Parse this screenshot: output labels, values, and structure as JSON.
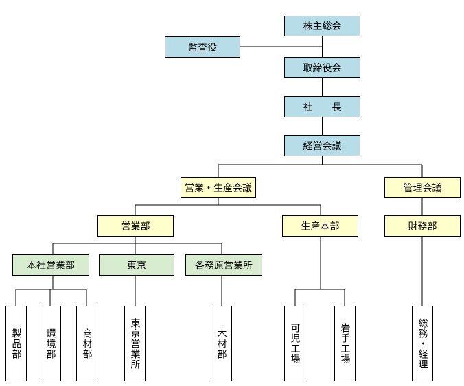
{
  "nodes": {
    "shareholders": "株主総会",
    "auditor": "監査役",
    "board": "取締役会",
    "president": "社　　長",
    "management_meeting": "経営会議",
    "sales_production_meeting": "営業・生産会議",
    "admin_meeting": "管理会議",
    "sales_dept": "営業部",
    "production_hq": "生産本部",
    "finance_dept": "財務部",
    "head_office_sales": "本社営業部",
    "tokyo": "東京",
    "kakamigahara_office": "各務原営業所",
    "products": "製品部",
    "environment": "環境部",
    "merchandise": "商材部",
    "tokyo_office": "東京営業所",
    "lumber": "木材部",
    "kani_factory": "可児工場",
    "iwate_factory": "岩手工場",
    "general_accounting": "総務・経理"
  },
  "colors": {
    "top_level": "#b7dee8",
    "mid_level": "#ffffcc",
    "sales_branch": "#d8ecd0",
    "leaf": "#ffffff",
    "line": "#000000"
  }
}
